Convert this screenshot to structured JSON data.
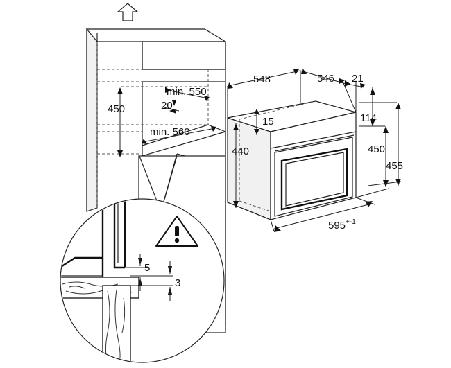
{
  "labels": {
    "min_550": "min. 550",
    "min_560": "min. 560",
    "d450_left": "450",
    "d20": "20",
    "d548": "548",
    "d546": "546",
    "d21": "21",
    "d15": "15",
    "d440": "440",
    "d114": "114",
    "d450_right": "450",
    "d455": "455",
    "d595": "595",
    "d595_tol": "+-1",
    "d5": "5",
    "d3": "3"
  },
  "icons": {
    "vent": "up-arrow-icon",
    "warning": "warning-triangle-icon"
  }
}
